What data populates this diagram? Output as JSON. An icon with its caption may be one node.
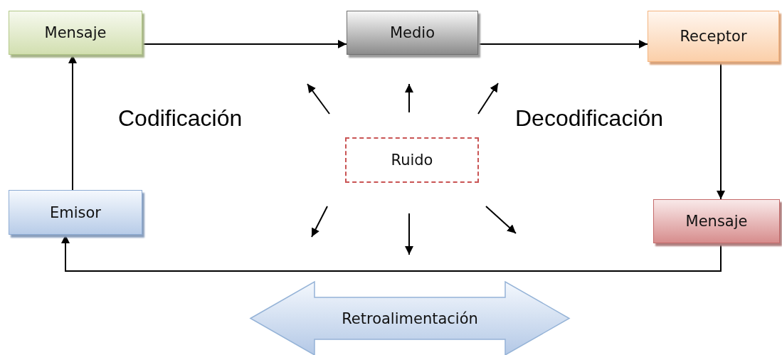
{
  "diagram": {
    "nodes": [
      {
        "text": [
          "Mensaje"
        ]
      },
      {
        "text": [
          "Medio"
        ]
      },
      {
        "text": [
          "Receptor"
        ]
      },
      {
        "text": [
          "Ruido"
        ]
      },
      {
        "text": [
          "Emisor"
        ]
      },
      {
        "text": [
          "Mensaje"
        ]
      },
      {
        "text": [
          "Retroalimentación"
        ]
      }
    ],
    "edges": [
      {
        "from": 0,
        "to": 1,
        "arrow": "to"
      },
      {
        "from": 1,
        "to": 2,
        "arrow": "to"
      },
      {
        "from": 2,
        "to": 5,
        "arrow": "to"
      },
      {
        "from": 5,
        "to": 4,
        "arrow": "to"
      },
      {
        "from": 4,
        "to": 0,
        "arrow": "to"
      }
    ],
    "labels": [
      "Codificación",
      "Decodificación"
    ]
  }
}
